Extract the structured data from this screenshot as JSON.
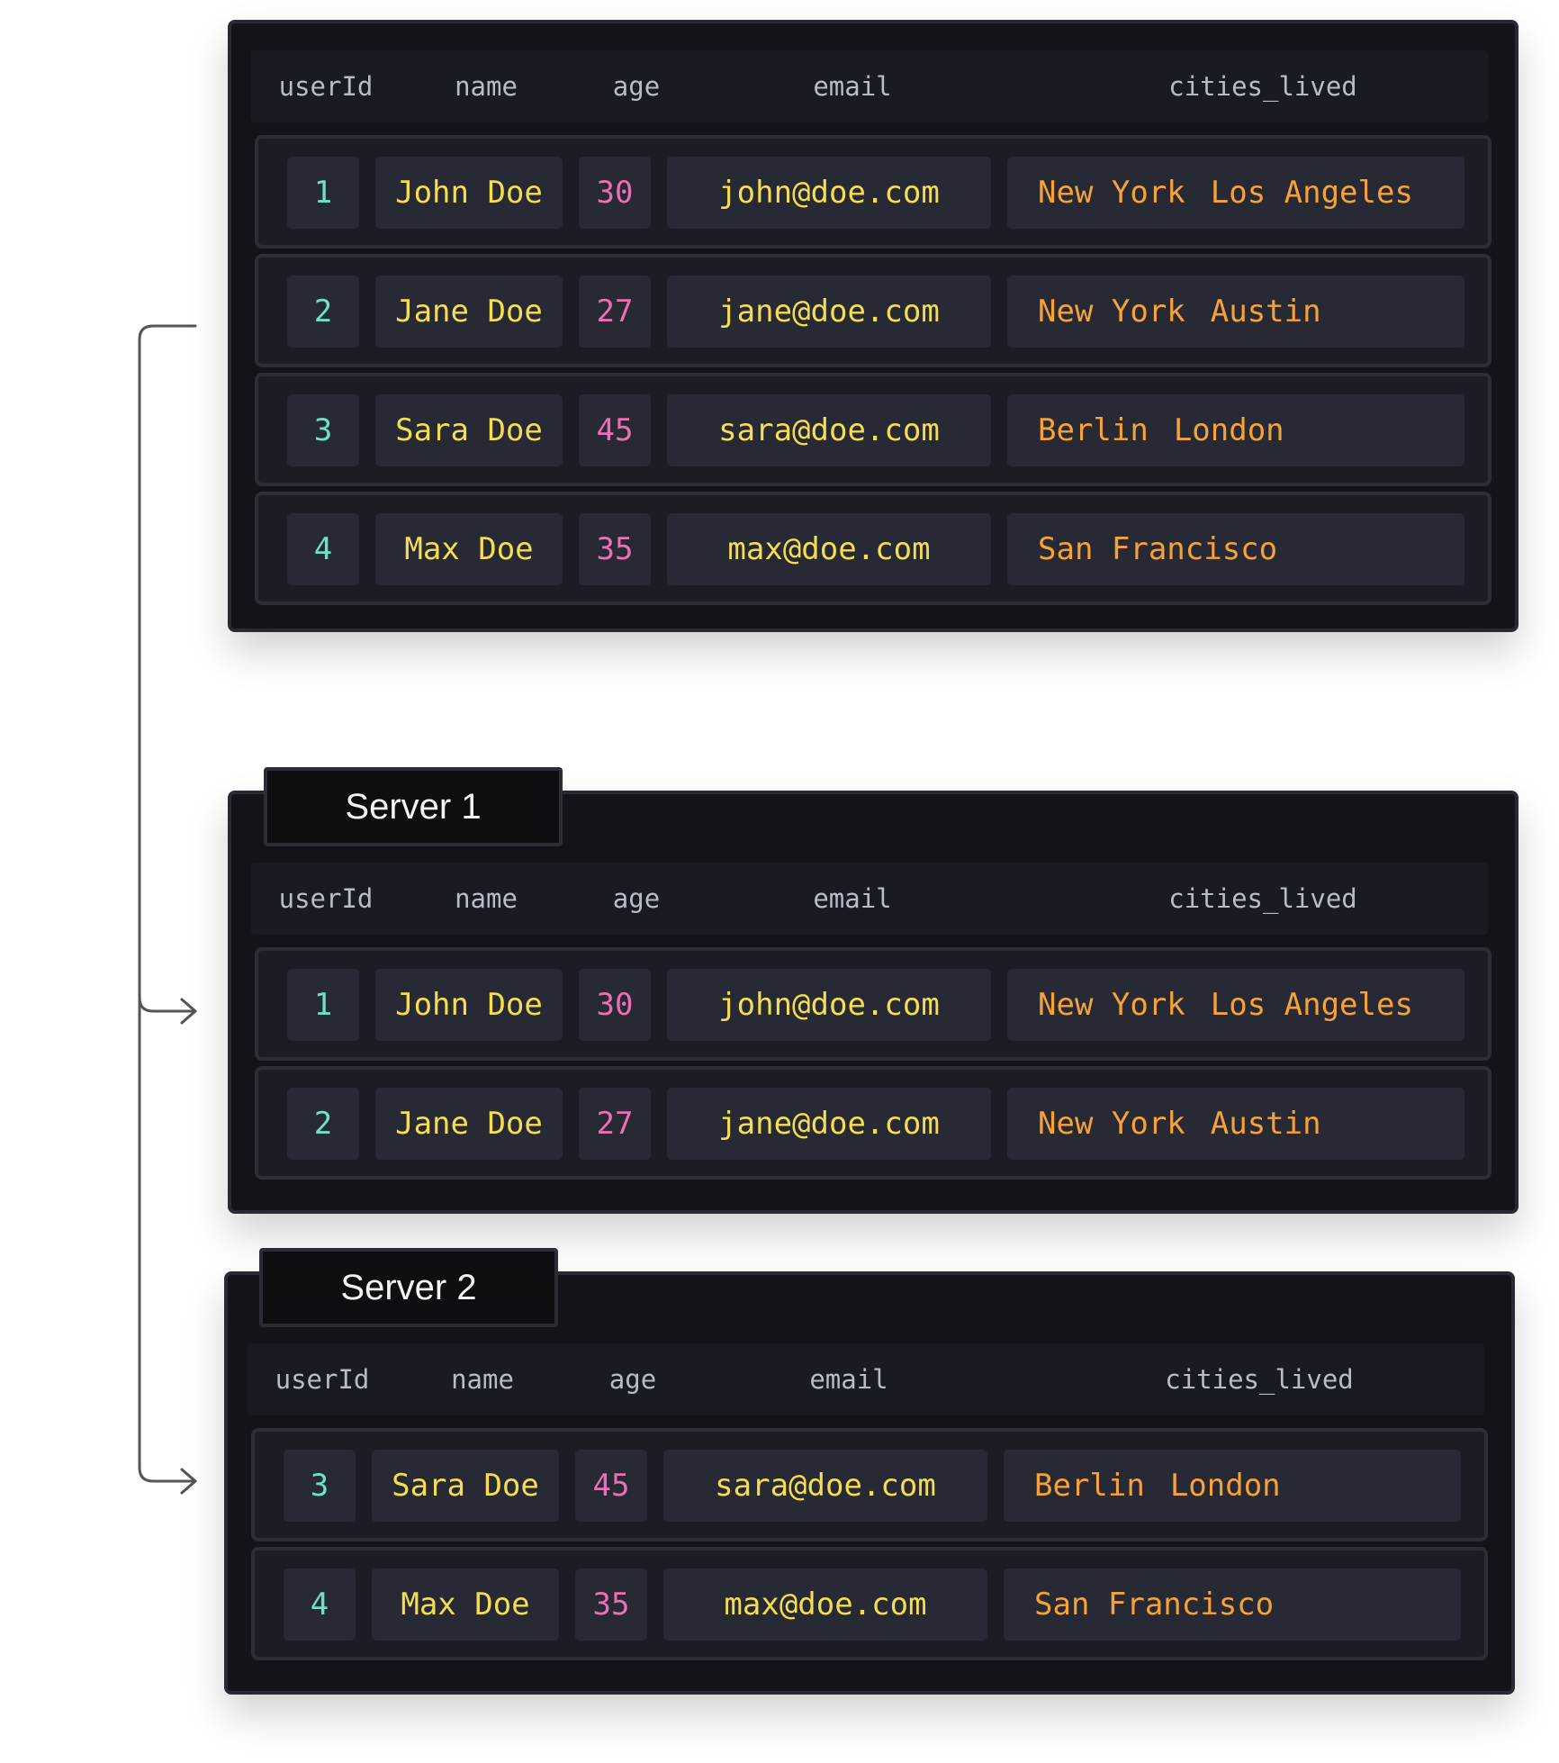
{
  "columns": [
    "userId",
    "name",
    "age",
    "email",
    "cities_lived"
  ],
  "tables": [
    {
      "id": "source",
      "label": "",
      "rows": [
        {
          "userId": "1",
          "name": "John Doe",
          "age": "30",
          "email": "john@doe.com",
          "cities": [
            "New York",
            "Los Angeles"
          ]
        },
        {
          "userId": "2",
          "name": "Jane Doe",
          "age": "27",
          "email": "jane@doe.com",
          "cities": [
            "New York",
            "Austin"
          ]
        },
        {
          "userId": "3",
          "name": "Sara Doe",
          "age": "45",
          "email": "sara@doe.com",
          "cities": [
            "Berlin",
            "London"
          ]
        },
        {
          "userId": "4",
          "name": "Max Doe",
          "age": "35",
          "email": "max@doe.com",
          "cities": [
            "San Francisco"
          ]
        }
      ]
    },
    {
      "id": "server1",
      "label": "Server 1",
      "rows": [
        {
          "userId": "1",
          "name": "John Doe",
          "age": "30",
          "email": "john@doe.com",
          "cities": [
            "New York",
            "Los Angeles"
          ]
        },
        {
          "userId": "2",
          "name": "Jane Doe",
          "age": "27",
          "email": "jane@doe.com",
          "cities": [
            "New York",
            "Austin"
          ]
        }
      ]
    },
    {
      "id": "server2",
      "label": "Server 2",
      "rows": [
        {
          "userId": "3",
          "name": "Sara Doe",
          "age": "45",
          "email": "sara@doe.com",
          "cities": [
            "Berlin",
            "London"
          ]
        },
        {
          "userId": "4",
          "name": "Max Doe",
          "age": "35",
          "email": "max@doe.com",
          "cities": [
            "San Francisco"
          ]
        }
      ]
    }
  ],
  "colors": {
    "panel_bg": "#121419",
    "cell_bg": "#272a35",
    "id_text": "#6fe0c8",
    "name_email_text": "#f4dd52",
    "age_text": "#ea6fb3",
    "cities_text": "#f5a23a",
    "header_text": "#b8bcc6",
    "connector": "#555555"
  },
  "connector_icon": "bracket-arrow-icon"
}
